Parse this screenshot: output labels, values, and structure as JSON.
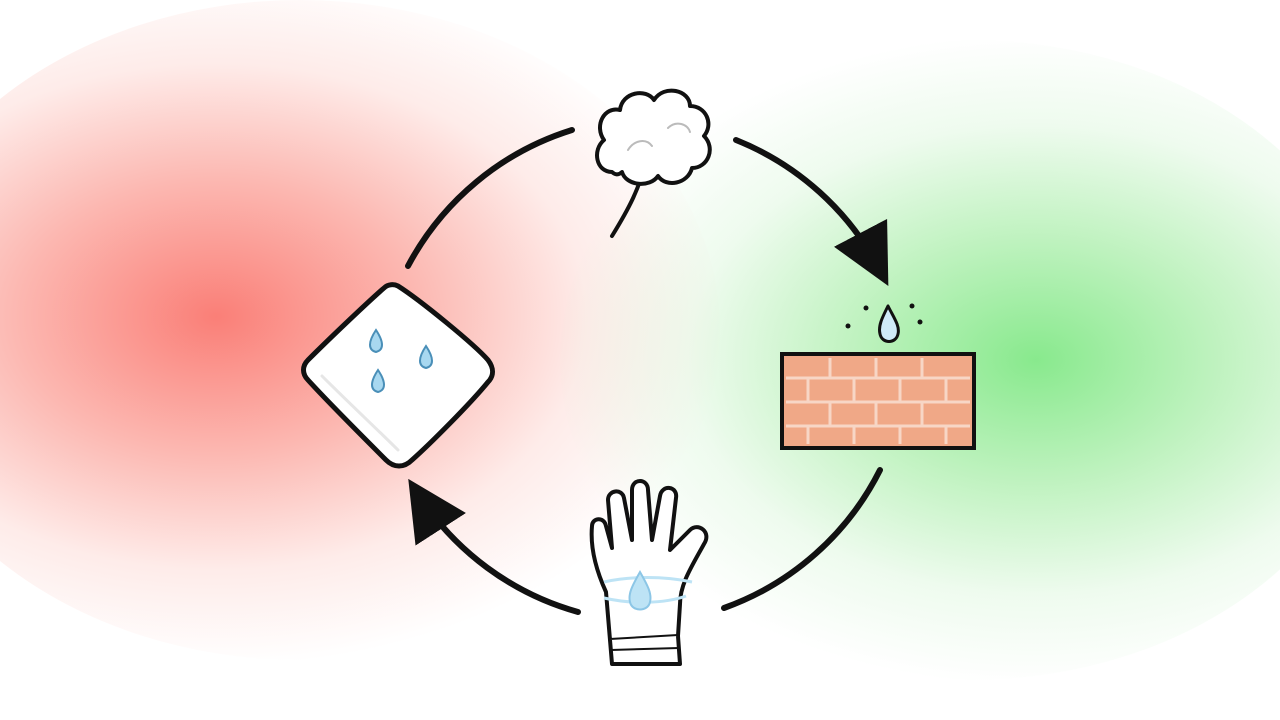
{
  "colors": {
    "stroke": "#111111",
    "background_left": "#f9827a",
    "background_right": "#9ae8a0",
    "water": "#a8d8f0",
    "brick": "#f0a887",
    "brick_mortar": "#f7d6c6",
    "glove_band": "#bde3f5"
  },
  "diagram": {
    "layout": "cycle",
    "direction": "clockwise",
    "nodes": [
      {
        "id": "cotton",
        "icon": "cotton-boll-icon"
      },
      {
        "id": "brick-wall",
        "icon": "brick-wall-with-water-drop-icon"
      },
      {
        "id": "glove",
        "icon": "glove-with-water-drop-icon"
      },
      {
        "id": "wet-pad",
        "icon": "wet-pad-with-drops-icon"
      }
    ],
    "connections": [
      {
        "from": "cotton",
        "to": "brick-wall",
        "arrow": true
      },
      {
        "from": "brick-wall",
        "to": "glove",
        "arrow": false
      },
      {
        "from": "glove",
        "to": "wet-pad",
        "arrow": true
      },
      {
        "from": "wet-pad",
        "to": "cotton",
        "arrow": false
      }
    ]
  }
}
